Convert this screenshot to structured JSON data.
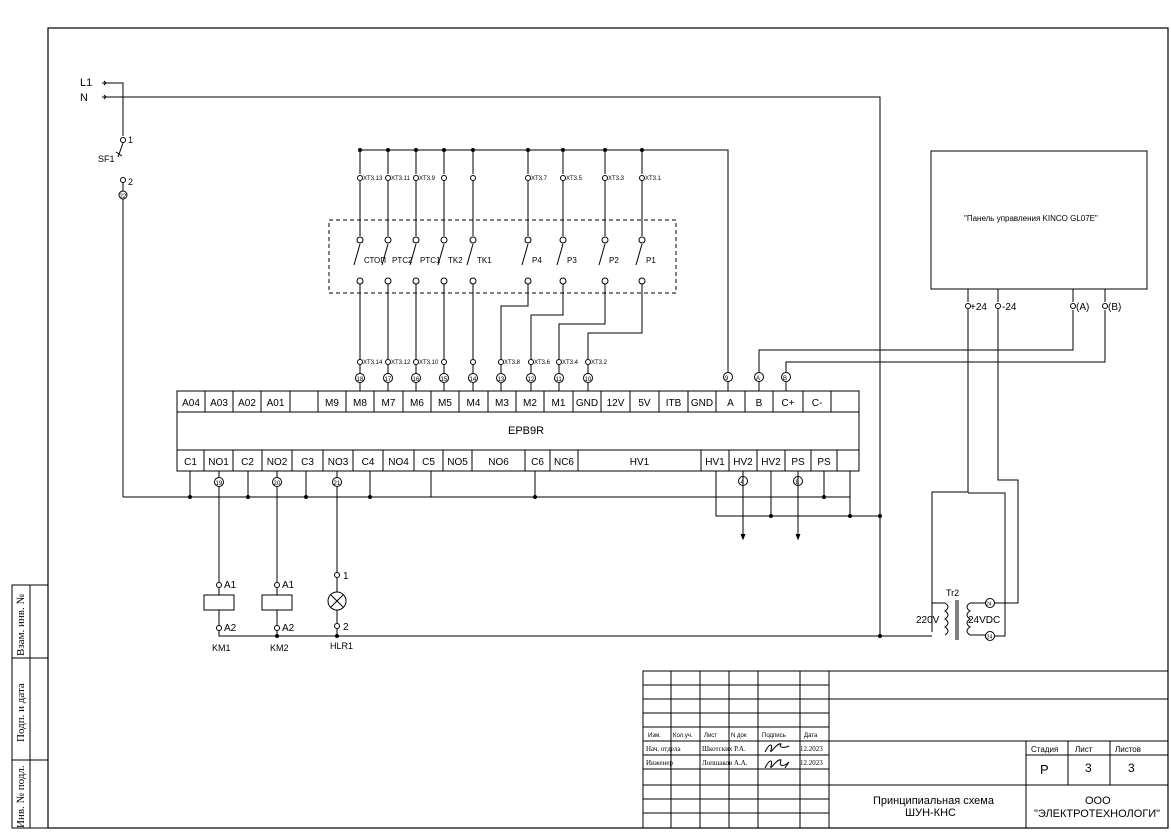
{
  "power": {
    "l1": "L1",
    "n": "N"
  },
  "breaker": {
    "name": "SF1",
    "pin1": "1",
    "pin2": "2",
    "wire": "22"
  },
  "inputs": [
    {
      "term_top": "XT3.13",
      "contact": "СТОП",
      "term_bot": "XT3.14",
      "wire": "18"
    },
    {
      "term_top": "XT3.11",
      "contact": "PTC2",
      "term_bot": "XT3.12",
      "wire": "17"
    },
    {
      "term_top": "XT3.9",
      "contact": "PTC1",
      "term_bot": "XT3.10",
      "wire": "16"
    },
    {
      "term_top": "",
      "contact": "TK2",
      "term_bot": "",
      "wire": "15"
    },
    {
      "term_top": "",
      "contact": "TK1",
      "term_bot": "",
      "wire": "14"
    },
    {
      "term_top": "XT3.7",
      "contact": "P4",
      "term_bot": "XT3.8",
      "wire": "13"
    },
    {
      "term_top": "XT3.5",
      "contact": "P3",
      "term_bot": "XT3.6",
      "wire": "12"
    },
    {
      "term_top": "XT3.3",
      "contact": "P2",
      "term_bot": "XT3.4",
      "wire": "11"
    },
    {
      "term_top": "XT3.1",
      "contact": "P1",
      "term_bot": "XT3.2",
      "wire": "10"
    }
  ],
  "controller": {
    "name": "EPB9R",
    "top_pins": [
      "A04",
      "A03",
      "A02",
      "A01",
      "",
      "M9",
      "M8",
      "M7",
      "M6",
      "M5",
      "M4",
      "M3",
      "M2",
      "M1",
      "GND",
      "12V",
      "5V",
      "ITB",
      "GND",
      "A",
      "B",
      "C+",
      "C-"
    ],
    "bottom_pins": [
      "C1",
      "NO1",
      "C2",
      "NO2",
      "C3",
      "NO3",
      "C4",
      "NO4",
      "C5",
      "NO5",
      "NO6",
      "C6",
      "NC6",
      "HV1",
      "HV1",
      "HV2",
      "HV2",
      "PS",
      "PS"
    ],
    "wire_gnd": "9",
    "wire_a": "A",
    "wire_b": "B",
    "wire_hv1": "4",
    "wire_hv2": "8"
  },
  "outputs": {
    "km1": {
      "name": "KM1",
      "wire": "19",
      "a1": "A1",
      "a2": "A2"
    },
    "km2": {
      "name": "KM2",
      "wire": "20",
      "a1": "A1",
      "a2": "A2"
    },
    "hlr1": {
      "name": "HLR1",
      "wire": "21",
      "p1": "1",
      "p2": "2"
    }
  },
  "panel": {
    "title": "\"Панель управления KINCO GL07E\"",
    "pins": {
      "p24": "+24",
      "m24": "-24",
      "a": "(A)",
      "b": "(B)"
    }
  },
  "transformer": {
    "name": "Tr2",
    "primary": "220V",
    "secondary": "24VDC",
    "t1": "24",
    "t2": "-24"
  },
  "title_block": {
    "headers": [
      "Изм.",
      "Кол.уч.",
      "Лист",
      "N док",
      "Подпись",
      "Дата"
    ],
    "rows": [
      {
        "role": "Нач. отдела",
        "name": "Шкотских Р.А.",
        "date": "12.2023"
      },
      {
        "role": "Инженер",
        "name": "Лопшаков А.А.",
        "date": "12.2023"
      }
    ],
    "stage_label": "Стадия",
    "sheet_label": "Лист",
    "sheets_label": "Листов",
    "stage": "Р",
    "sheet": "3",
    "sheets": "3",
    "doc_title_1": "Принципиальная схема",
    "doc_title_2": "ШУН-КНС",
    "org_1": "ООО",
    "org_2": "\"ЭЛЕКТРОТЕХНОЛОГИ\""
  },
  "side_stamp": [
    "Взам. инв. №",
    "Подп. и дата",
    "Инв. № подл."
  ]
}
